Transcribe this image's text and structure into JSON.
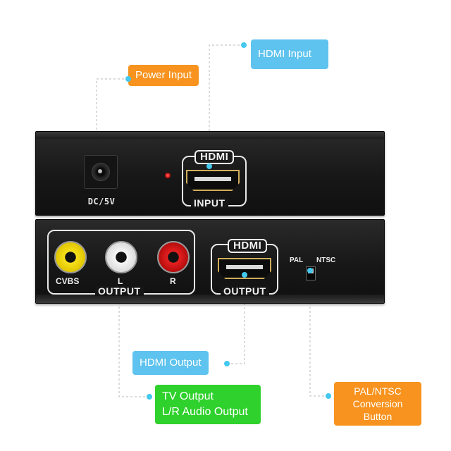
{
  "callouts": {
    "power_input": "Power Input",
    "hdmi_input": "HDMI Input",
    "hdmi_output": "HDMI Output",
    "tv_output_line1": "TV Output",
    "tv_output_line2": "L/R Audio Output",
    "pal_ntsc_line1": "PAL/NTSC",
    "pal_ntsc_line2": "Conversion",
    "pal_ntsc_line3": "Button"
  },
  "device": {
    "top_panel": {
      "dc_label": "DC/5V",
      "hdmi_logo": "HDMI",
      "hdmi_caption": "INPUT"
    },
    "bottom_panel": {
      "rca_labels": [
        "CVBS",
        "L",
        "R"
      ],
      "rca_caption": "OUTPUT",
      "hdmi_logo": "HDMI",
      "hdmi_caption": "OUTPUT",
      "switch_left_label": "PAL",
      "switch_right_label": "NTSC"
    }
  },
  "colors": {
    "callout_orange": "#f7931e",
    "callout_blue": "#5ec3ee",
    "callout_green": "#2fd12c",
    "connector_dot": "#44c8ee",
    "rca_yellow": "#f7e11c",
    "rca_white": "#f6f6f6",
    "rca_red": "#e62020"
  }
}
